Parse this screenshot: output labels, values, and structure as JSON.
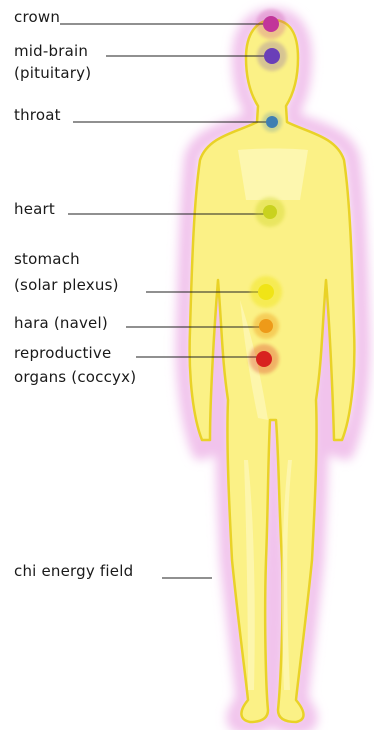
{
  "diagram": {
    "labels": {
      "crown": "crown",
      "mid_brain_1": "mid-brain",
      "mid_brain_2": "(pituitary)",
      "throat": "throat",
      "heart": "heart",
      "stomach_1": "stomach",
      "stomach_2": "(solar plexus)",
      "hara": "hara (navel)",
      "reproductive_1": "reproductive",
      "reproductive_2": "organs (coccyx)",
      "chi": "chi energy field"
    },
    "chakra_colors": {
      "crown": "#c2359a",
      "mid_brain": "#6a3fb8",
      "throat": "#3f7fb2",
      "heart": "#c9d21f",
      "stomach": "#f0e416",
      "hara": "#ee9a19",
      "reproductive": "#d8221f"
    },
    "colors": {
      "body_fill": "#fbf186",
      "body_outline": "#e9d227",
      "aura": "#f1c3ec",
      "leader_line": "#222222"
    }
  }
}
